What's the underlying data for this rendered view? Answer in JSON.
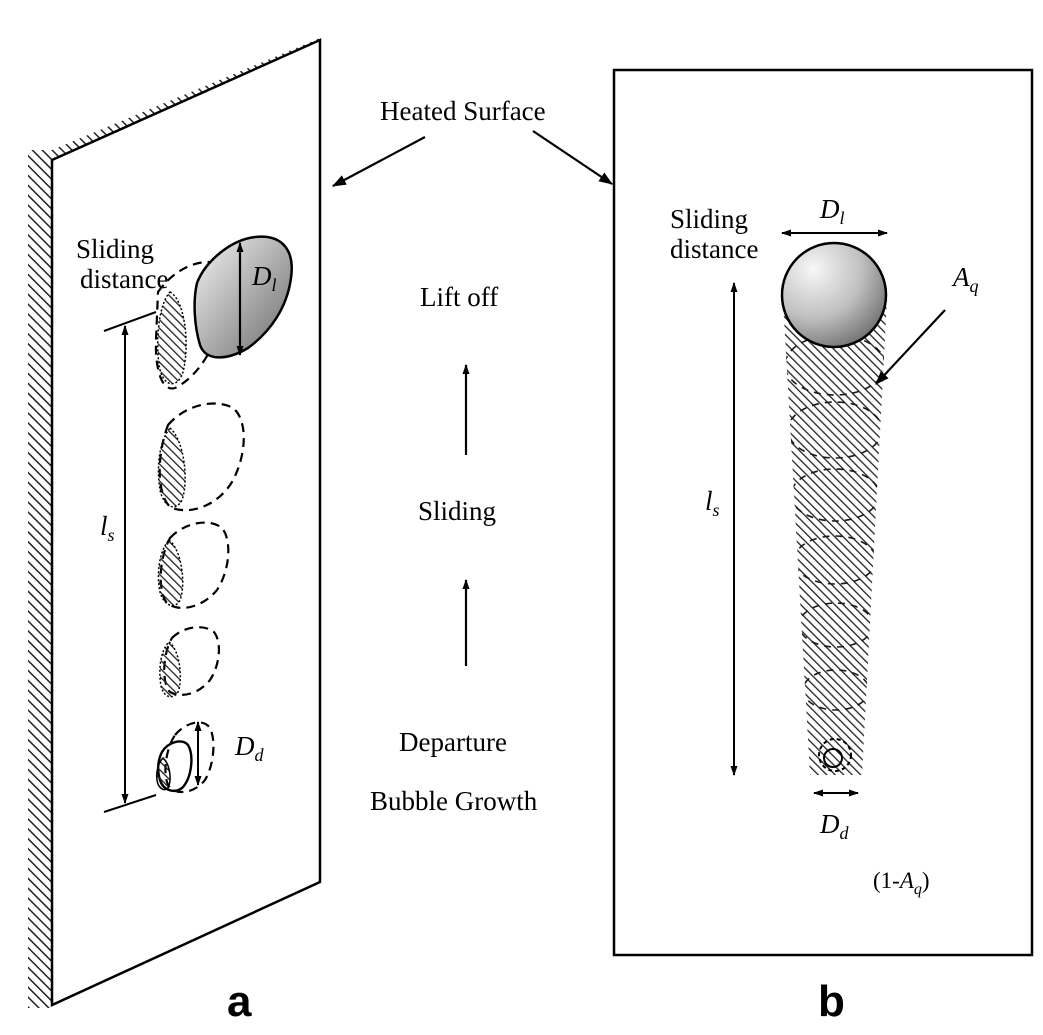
{
  "labels": {
    "heated_surface": "Heated Surface",
    "lift_off": "Lift off",
    "sliding": "Sliding",
    "departure": "Departure",
    "bubble_growth": "Bubble Growth",
    "panel_a": "a",
    "panel_b": "b"
  },
  "panel_a": {
    "sliding_distance_line1": "Sliding",
    "sliding_distance_line2": "distance",
    "dl_main": "D",
    "dl_sub": "l",
    "dd_main": "D",
    "dd_sub": "d",
    "ls_main": "l",
    "ls_sub": "s"
  },
  "panel_b": {
    "sliding_distance_line1": "Sliding",
    "sliding_distance_line2": "distance",
    "dl_main": "D",
    "dl_sub": "l",
    "aq_main": "A",
    "aq_sub": "q",
    "ls_main": "l",
    "ls_sub": "s",
    "dd_main": "D",
    "dd_sub": "d",
    "one_minus_aq_prefix": "(1-",
    "one_minus_aq_main": "A",
    "one_minus_aq_sub": "q",
    "one_minus_aq_suffix": ")"
  },
  "colors": {
    "ink": "#000000",
    "hatch": "#222222",
    "bubble_light": "#f4f4f4",
    "bubble_dark": "#6a6a6a"
  }
}
